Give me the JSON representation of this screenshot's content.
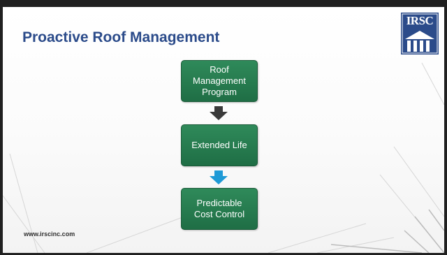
{
  "slide": {
    "title": "Proactive Roof Management",
    "logo_text": "IRSC",
    "footer_url": "www.irscinc.com"
  },
  "flow": {
    "nodes": [
      {
        "label": "Roof\nManagement\nProgram"
      },
      {
        "label": "Extended Life"
      },
      {
        "label": "Predictable\nCost Control"
      }
    ],
    "arrows": [
      {
        "color": "#3a3a3a"
      },
      {
        "color": "#1f9ad6"
      }
    ],
    "node_color": "#26794d",
    "title_color": "#2b4b8a",
    "logo_color": "#2b4b8a"
  }
}
